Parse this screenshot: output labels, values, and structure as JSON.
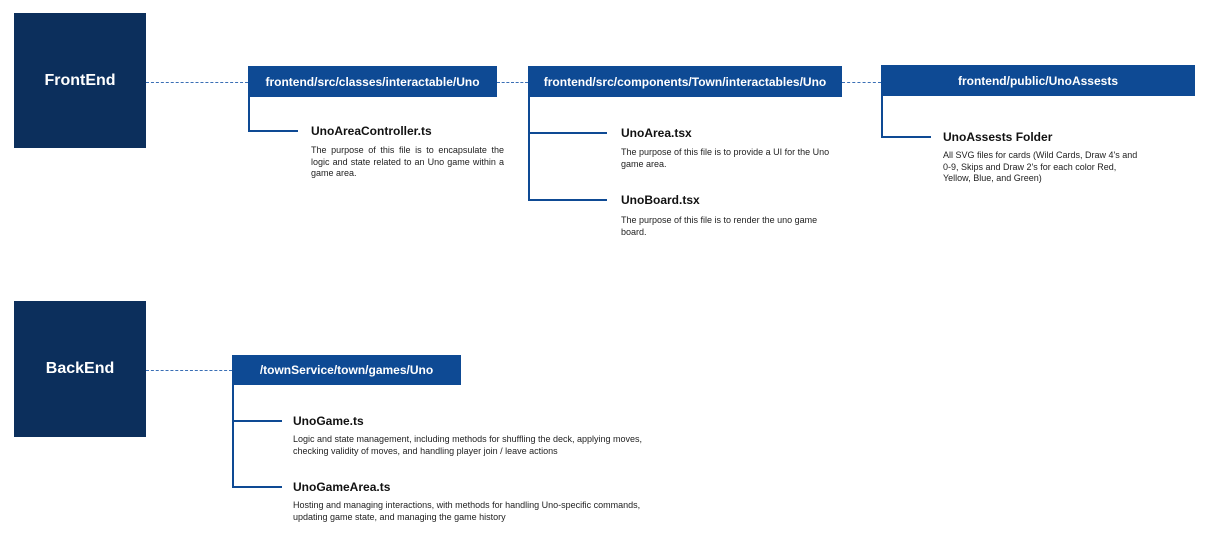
{
  "frontend": {
    "label": "FrontEnd",
    "paths": [
      "frontend/src/classes/interactable/Uno",
      "frontend/src/components/Town/interactables/Uno",
      "frontend/public/UnoAssests"
    ],
    "files": [
      {
        "title": "UnoAreaController.ts",
        "desc": "The purpose of this file is to encapsulate the logic and state related to an Uno game within a game area."
      },
      {
        "title": "UnoArea.tsx",
        "desc": "The purpose of this file is to provide a UI for the Uno game area."
      },
      {
        "title": "UnoBoard.tsx",
        "desc": "The purpose of this file is to render the uno game board."
      },
      {
        "title": "UnoAssests Folder",
        "desc": "All SVG files for cards (Wild Cards, Draw 4's and 0-9, Skips and Draw 2's for each color Red, Yellow, Blue, and Green)"
      }
    ]
  },
  "backend": {
    "label": "BackEnd",
    "path": "/townService/town/games/Uno",
    "files": [
      {
        "title": "UnoGame.ts",
        "desc": "Logic and state management, including methods for shuffling the deck, applying moves, checking validity of moves, and handling player join / leave actions"
      },
      {
        "title": "UnoGameArea.ts",
        "desc": "Hosting and managing interactions, with methods for handling Uno-specific commands, updating game state, and managing the game history"
      }
    ]
  }
}
